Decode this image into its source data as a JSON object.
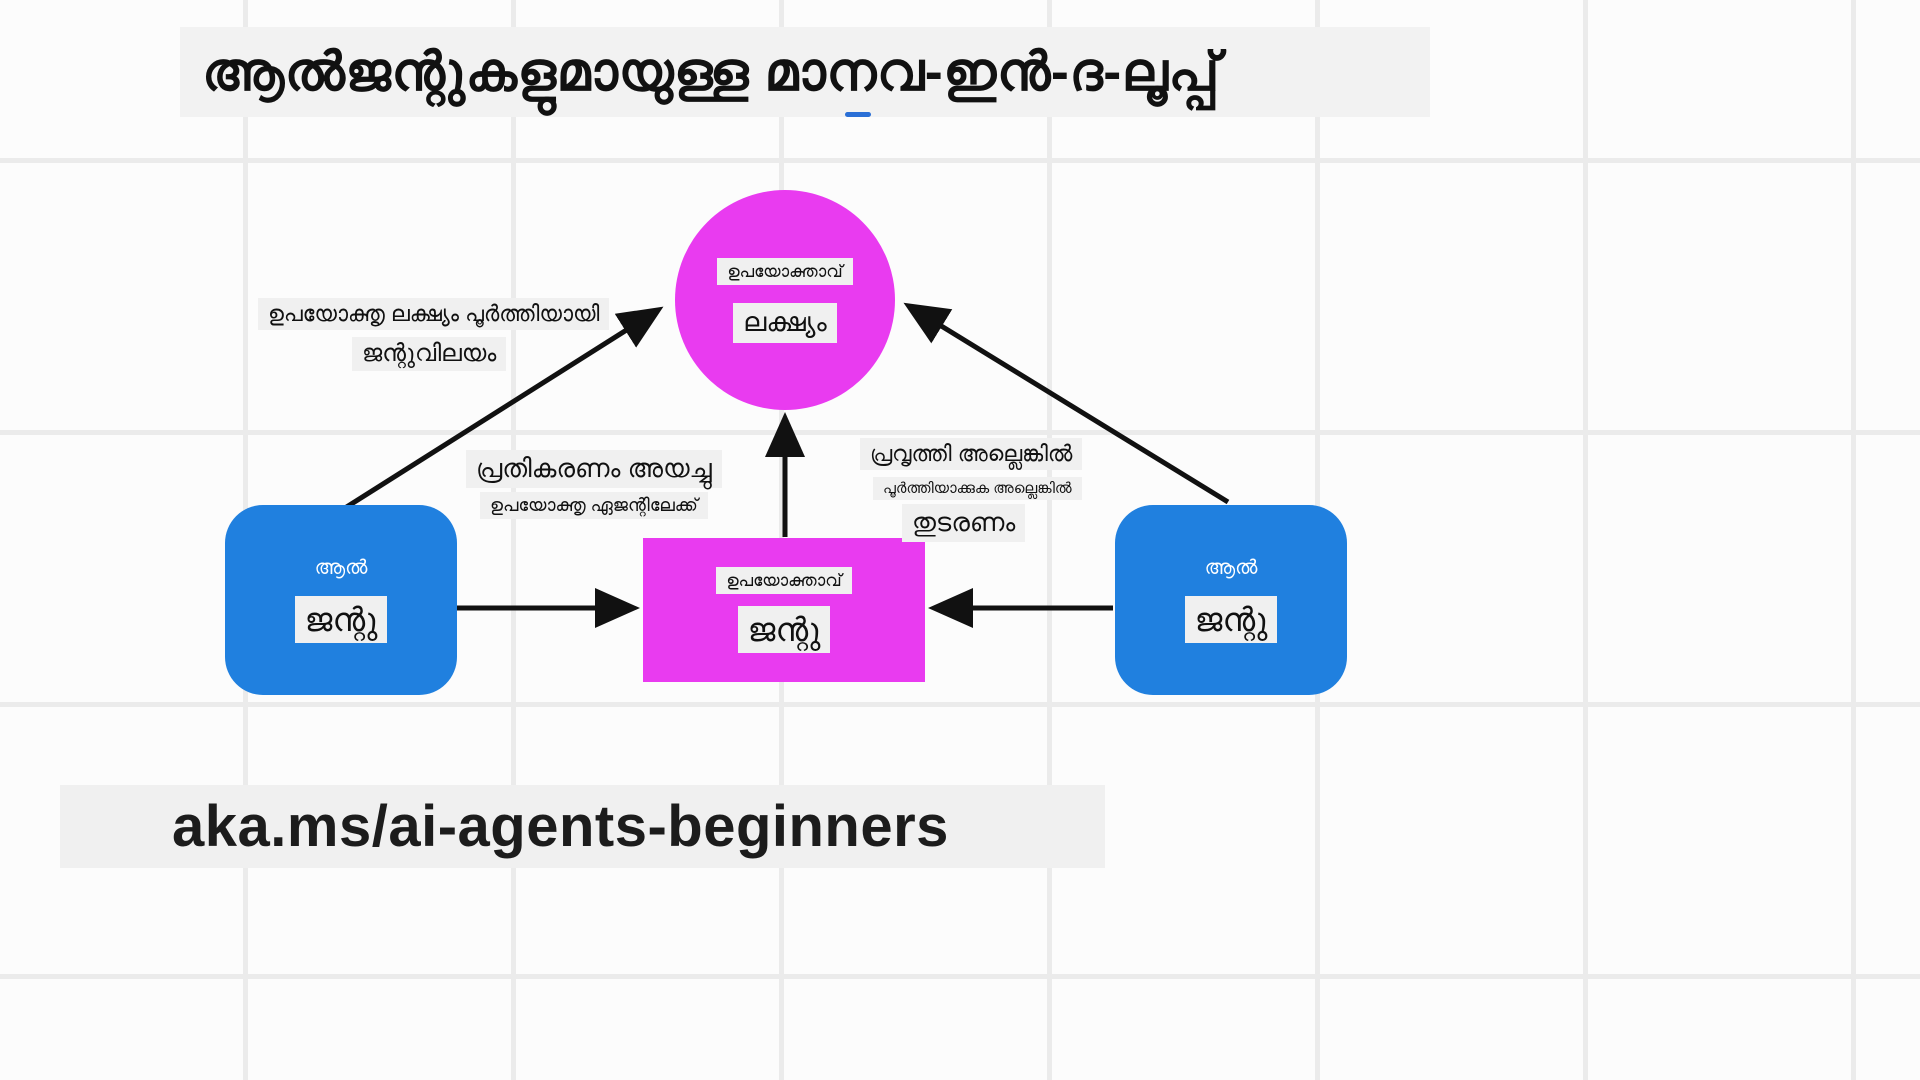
{
  "colors": {
    "node_magenta": "#e93bf0",
    "node_blue": "#2080df",
    "arrow_black": "#111111",
    "chip_background": "#f0f0f0",
    "grid_line": "#ebebeb",
    "canvas_background": "#fcfcfc"
  },
  "title": {
    "text": "ആൽജന്റുകളുമായുള്ള മാനവ-ഇൻ-ദ-ലൂപ്പ്"
  },
  "footer": {
    "text": "aka.ms/ai-agents-beginners"
  },
  "nodes": {
    "goal": {
      "top_label": "ഉപയോക്താവ്",
      "main_label": "ലക്ഷ്യം"
    },
    "agent_left": {
      "top_label": "ആൽ",
      "main_label": "ജന്റു"
    },
    "agent_right": {
      "top_label": "ആൽ",
      "main_label": "ജന്റു"
    },
    "user_agent": {
      "top_label": "ഉപയോക്താവ്",
      "main_label": "ജന്റു"
    }
  },
  "edge_labels": {
    "goal_achieved": {
      "line1": "ഉപയോക്തൃ ലക്ഷ്യം പൂർത്തിയായി",
      "line2": "ജന്റുവിലയം"
    },
    "response_sent": {
      "line1": "പ്രതികരണം അയച്ചു",
      "line2": "ഉപയോക്തൃ ഏജന്റിലേക്ക്"
    },
    "task_continue": {
      "line1": "പ്രവൃത്തി അല്ലെങ്കിൽ",
      "line2": "പൂർത്തിയാക്കുക അല്ലെങ്കിൽ",
      "line3": "തുടരണം"
    }
  }
}
